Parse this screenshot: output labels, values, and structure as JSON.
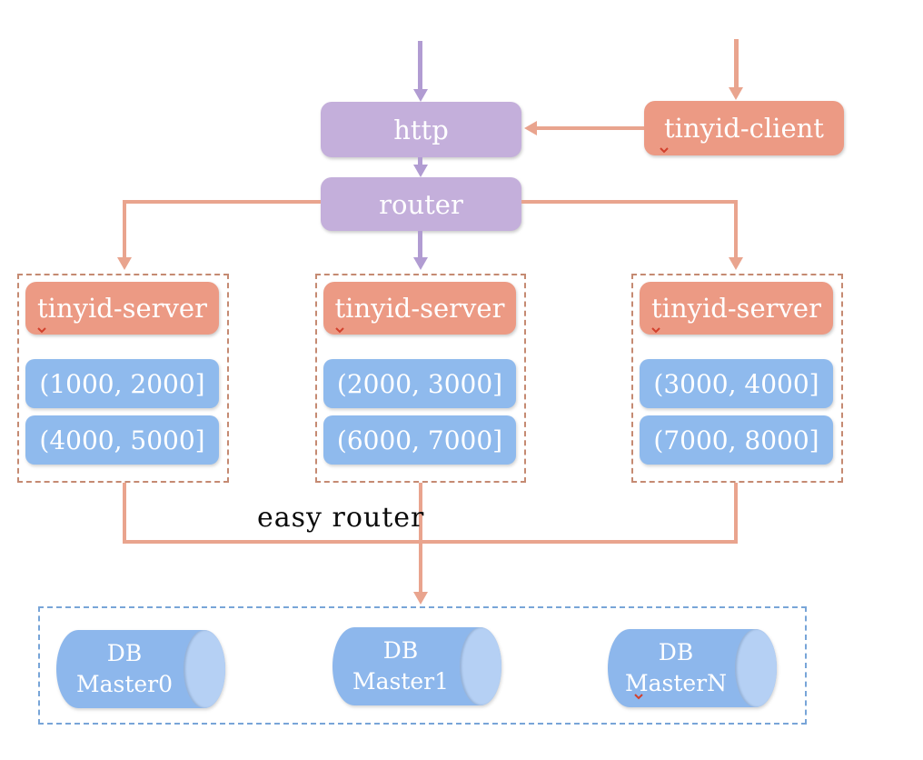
{
  "colors": {
    "purple_box": "#C4AFDB",
    "purple_arrow": "#B19CD2",
    "salmon_box": "#EC9A84",
    "salmon_line": "#E9A48E",
    "panel_border": "#C58A72",
    "range_blue": "#8FBAED",
    "db_border": "#78A5D8",
    "cylinder_body": "#8DB7EC",
    "cylinder_cap": "#B5D0F4",
    "label_text": "#FFFFFF",
    "easy_router_text": "#0B0B0B",
    "squiggle_red": "#D2402C"
  },
  "nodes": {
    "http": "http",
    "router": "router",
    "client": "tinyid-client",
    "easy_router": "easy router"
  },
  "servers": [
    {
      "label": "tinyid-server",
      "range1": "(1000, 2000]",
      "range2": "(4000, 5000]"
    },
    {
      "label": "tinyid-server",
      "range1": "(2000, 3000]",
      "range2": "(6000, 7000]"
    },
    {
      "label": "tinyid-server",
      "range1": "(3000, 4000]",
      "range2": "(7000, 8000]"
    }
  ],
  "databases": [
    {
      "line1": "DB",
      "line2": "Master0"
    },
    {
      "line1": "DB",
      "line2": "Master1"
    },
    {
      "line1": "DB",
      "line2": "MasterN"
    }
  ]
}
